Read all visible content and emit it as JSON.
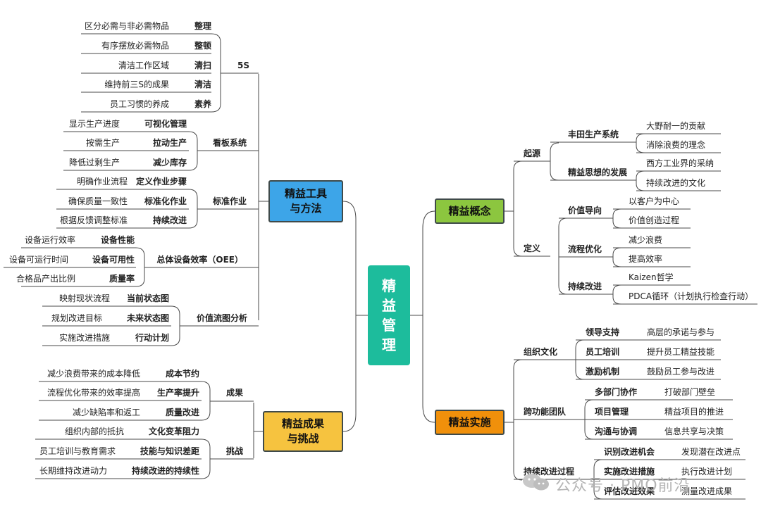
{
  "center": "精益管理",
  "colors": {
    "center": "#1dbc9c",
    "tools": "#3da5e8",
    "results": "#f6c33f",
    "concept": "#8cc63f",
    "implement": "#f0900b",
    "line": "#4a4a4a"
  },
  "branches": {
    "tools": "精益工具\n与方法",
    "results": "精益成果\n与挑战",
    "concept": "精益概念",
    "implement": "精益实施"
  },
  "tools": {
    "s5": {
      "label": "5S",
      "items": [
        {
          "name": "整理",
          "desc": "区分必需与非必需物品"
        },
        {
          "name": "整顿",
          "desc": "有序摆放必需物品"
        },
        {
          "name": "清扫",
          "desc": "清洁工作区域"
        },
        {
          "name": "清洁",
          "desc": "维持前三S的成果"
        },
        {
          "name": "素养",
          "desc": "员工习惯的养成"
        }
      ]
    },
    "kanban": {
      "label": "看板系统",
      "items": [
        {
          "name": "可视化管理",
          "desc": "显示生产进度"
        },
        {
          "name": "拉动生产",
          "desc": "按需生产"
        },
        {
          "name": "减少库存",
          "desc": "降低过剩生产"
        }
      ]
    },
    "standard": {
      "label": "标准作业",
      "items": [
        {
          "name": "定义作业步骤",
          "desc": "明确作业流程"
        },
        {
          "name": "标准化作业",
          "desc": "确保质量一致性"
        },
        {
          "name": "持续改进",
          "desc": "根据反馈调整标准"
        }
      ]
    },
    "oee": {
      "label": "总体设备效率（OEE）",
      "items": [
        {
          "name": "设备性能",
          "desc": "设备运行效率"
        },
        {
          "name": "设备可用性",
          "desc": "设备可运行时间"
        },
        {
          "name": "质量率",
          "desc": "合格品产出比例"
        }
      ]
    },
    "vsm": {
      "label": "价值流图分析",
      "items": [
        {
          "name": "当前状态图",
          "desc": "映射现状流程"
        },
        {
          "name": "未来状态图",
          "desc": "规划改进目标"
        },
        {
          "name": "行动计划",
          "desc": "实施改进措施"
        }
      ]
    }
  },
  "results": {
    "outcomes": {
      "label": "成果",
      "items": [
        {
          "name": "成本节约",
          "desc": "减少浪费带来的成本降低"
        },
        {
          "name": "生产率提升",
          "desc": "流程优化带来的效率提高"
        },
        {
          "name": "质量改进",
          "desc": "减少缺陷率和返工"
        }
      ]
    },
    "challenges": {
      "label": "挑战",
      "items": [
        {
          "name": "文化变革阻力",
          "desc": "组织内部的抵抗"
        },
        {
          "name": "技能与知识差距",
          "desc": "员工培训与教育需求"
        },
        {
          "name": "持续改进的持续性",
          "desc": "长期维持改进动力"
        }
      ]
    }
  },
  "concept": {
    "origin": {
      "label": "起源",
      "items": [
        {
          "name": "丰田生产系统",
          "subs": [
            "大野耐一的贡献",
            "消除浪费的理念"
          ]
        },
        {
          "name": "精益思想的发展",
          "subs": [
            "西方工业界的采纳",
            "持续改进的文化"
          ]
        }
      ]
    },
    "definition": {
      "label": "定义",
      "items": [
        {
          "name": "价值导向",
          "subs": [
            "以客户为中心",
            "价值创造过程"
          ]
        },
        {
          "name": "流程优化",
          "subs": [
            "减少浪费",
            "提高效率"
          ]
        },
        {
          "name": "持续改进",
          "subs": [
            "Kaizen哲学",
            "PDCA循环（计划执行检查行动）"
          ]
        }
      ]
    }
  },
  "implement": {
    "culture": {
      "label": "组织文化",
      "items": [
        {
          "name": "领导支持",
          "desc": "高层的承诺与参与"
        },
        {
          "name": "员工培训",
          "desc": "提升员工精益技能"
        },
        {
          "name": "激励机制",
          "desc": "鼓励员工参与改进"
        }
      ]
    },
    "team": {
      "label": "跨功能团队",
      "items": [
        {
          "name": "多部门协作",
          "desc": "打破部门壁垒"
        },
        {
          "name": "项目管理",
          "desc": "精益项目的推进"
        },
        {
          "name": "沟通与协调",
          "desc": "信息共享与决策"
        }
      ]
    },
    "process": {
      "label": "持续改进过程",
      "items": [
        {
          "name": "识别改进机会",
          "desc": "发现潜在改进点"
        },
        {
          "name": "实施改进措施",
          "desc": "执行改进计划"
        },
        {
          "name": "评估改进效果",
          "desc": "测量改进成果"
        }
      ]
    }
  },
  "watermark": "公众号 · PMO前沿"
}
